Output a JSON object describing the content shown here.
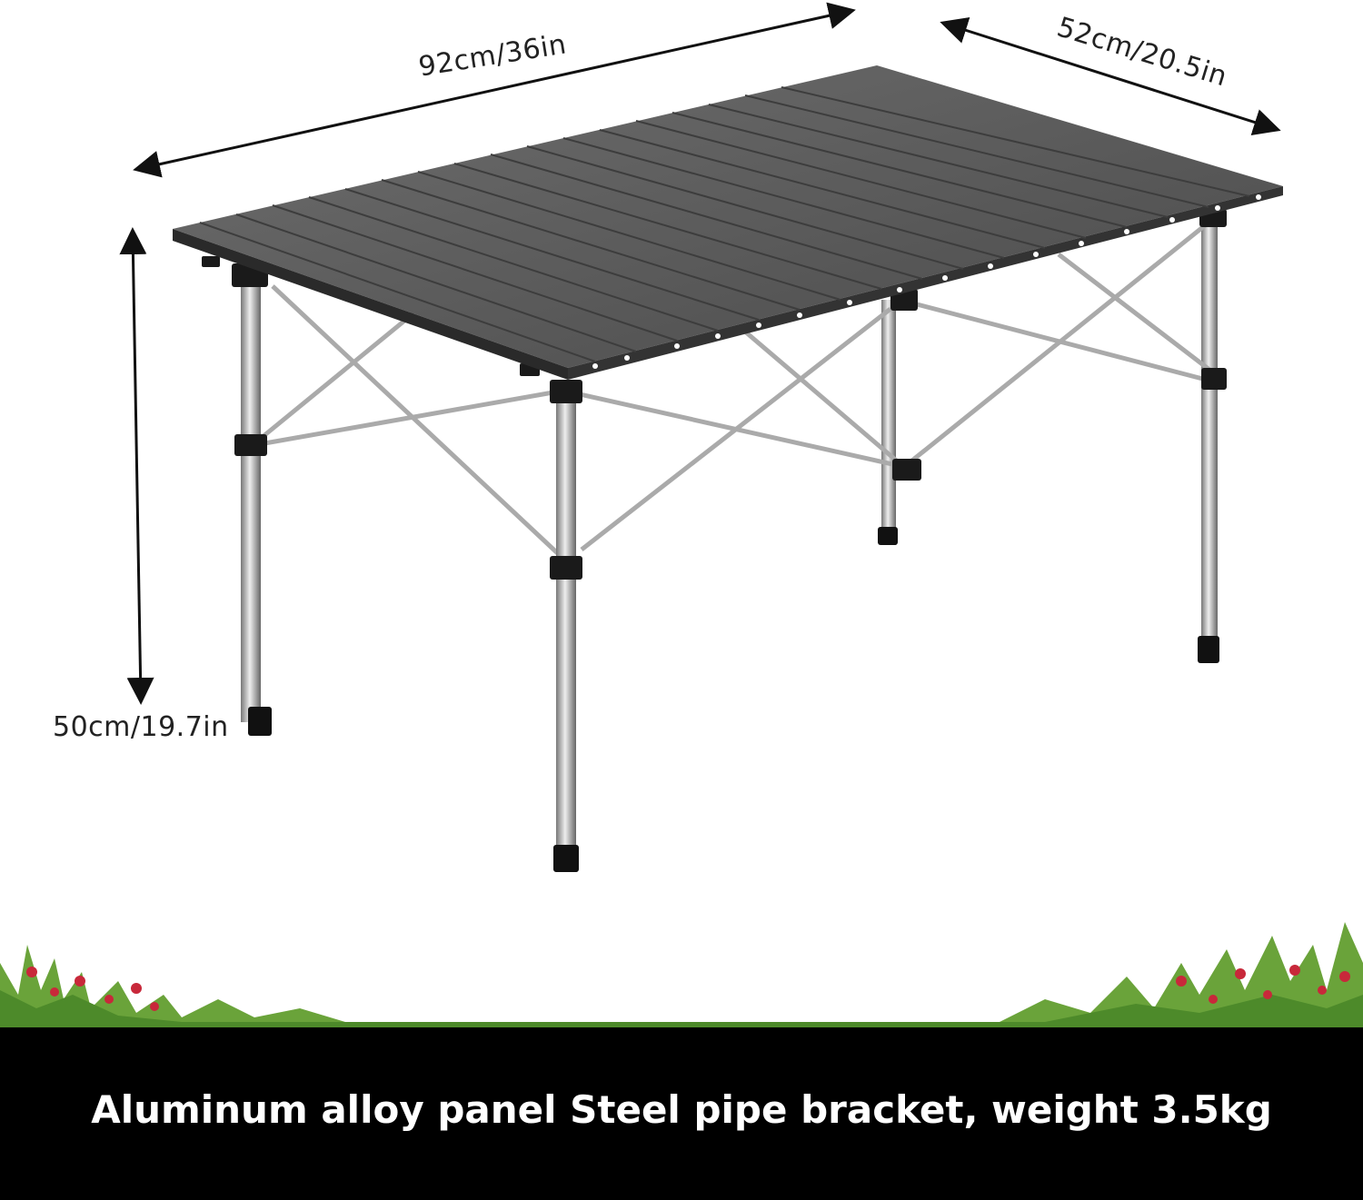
{
  "dimensions": {
    "length_label": "92cm/36in",
    "width_label": "52cm/20.5in",
    "height_label": "50cm/19.7in"
  },
  "banner": {
    "text": "Aluminum alloy panel Steel pipe bracket, weight 3.5kg"
  },
  "colors": {
    "tabletop": "#5a5a5a",
    "frame": "#b8b8b8",
    "banner_bg": "#000000",
    "banner_text": "#ffffff",
    "grass": "#6aa33a",
    "flower": "#c8283a"
  },
  "icons": {
    "arrow": "double-headed-arrow-icon",
    "product": "folding-table-illustration",
    "decor": "grass-strip-decoration"
  }
}
